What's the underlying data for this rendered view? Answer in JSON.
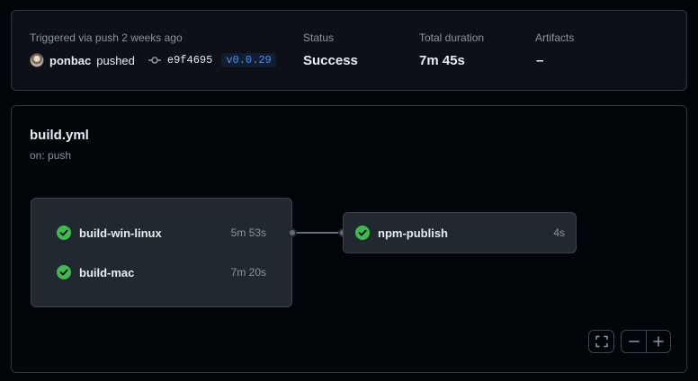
{
  "summary": {
    "trigger_text": "Triggered via push 2 weeks ago",
    "actor": "ponbac",
    "action": "pushed",
    "commit_sha": "e9f4695",
    "tag": "v0.0.29",
    "status_label": "Status",
    "status_value": "Success",
    "duration_label": "Total duration",
    "duration_value": "7m 45s",
    "artifacts_label": "Artifacts",
    "artifacts_value": "–"
  },
  "workflow": {
    "file": "build.yml",
    "trigger": "on: push",
    "jobs_group": [
      {
        "name": "build-win-linux",
        "duration": "5m 53s",
        "status": "success"
      },
      {
        "name": "build-mac",
        "duration": "7m 20s",
        "status": "success"
      }
    ],
    "dependent_job": {
      "name": "npm-publish",
      "duration": "4s",
      "status": "success"
    }
  },
  "colors": {
    "success": "#3fb950",
    "accent_link": "#4493f8",
    "background": "#010409",
    "card": "#0d1117",
    "job_box": "#212830"
  },
  "icons": {
    "commit": "git-commit-icon",
    "check": "check-circle-fill-icon",
    "fullscreen": "screen-full-icon",
    "zoom_out": "minus-icon",
    "zoom_in": "plus-icon"
  }
}
